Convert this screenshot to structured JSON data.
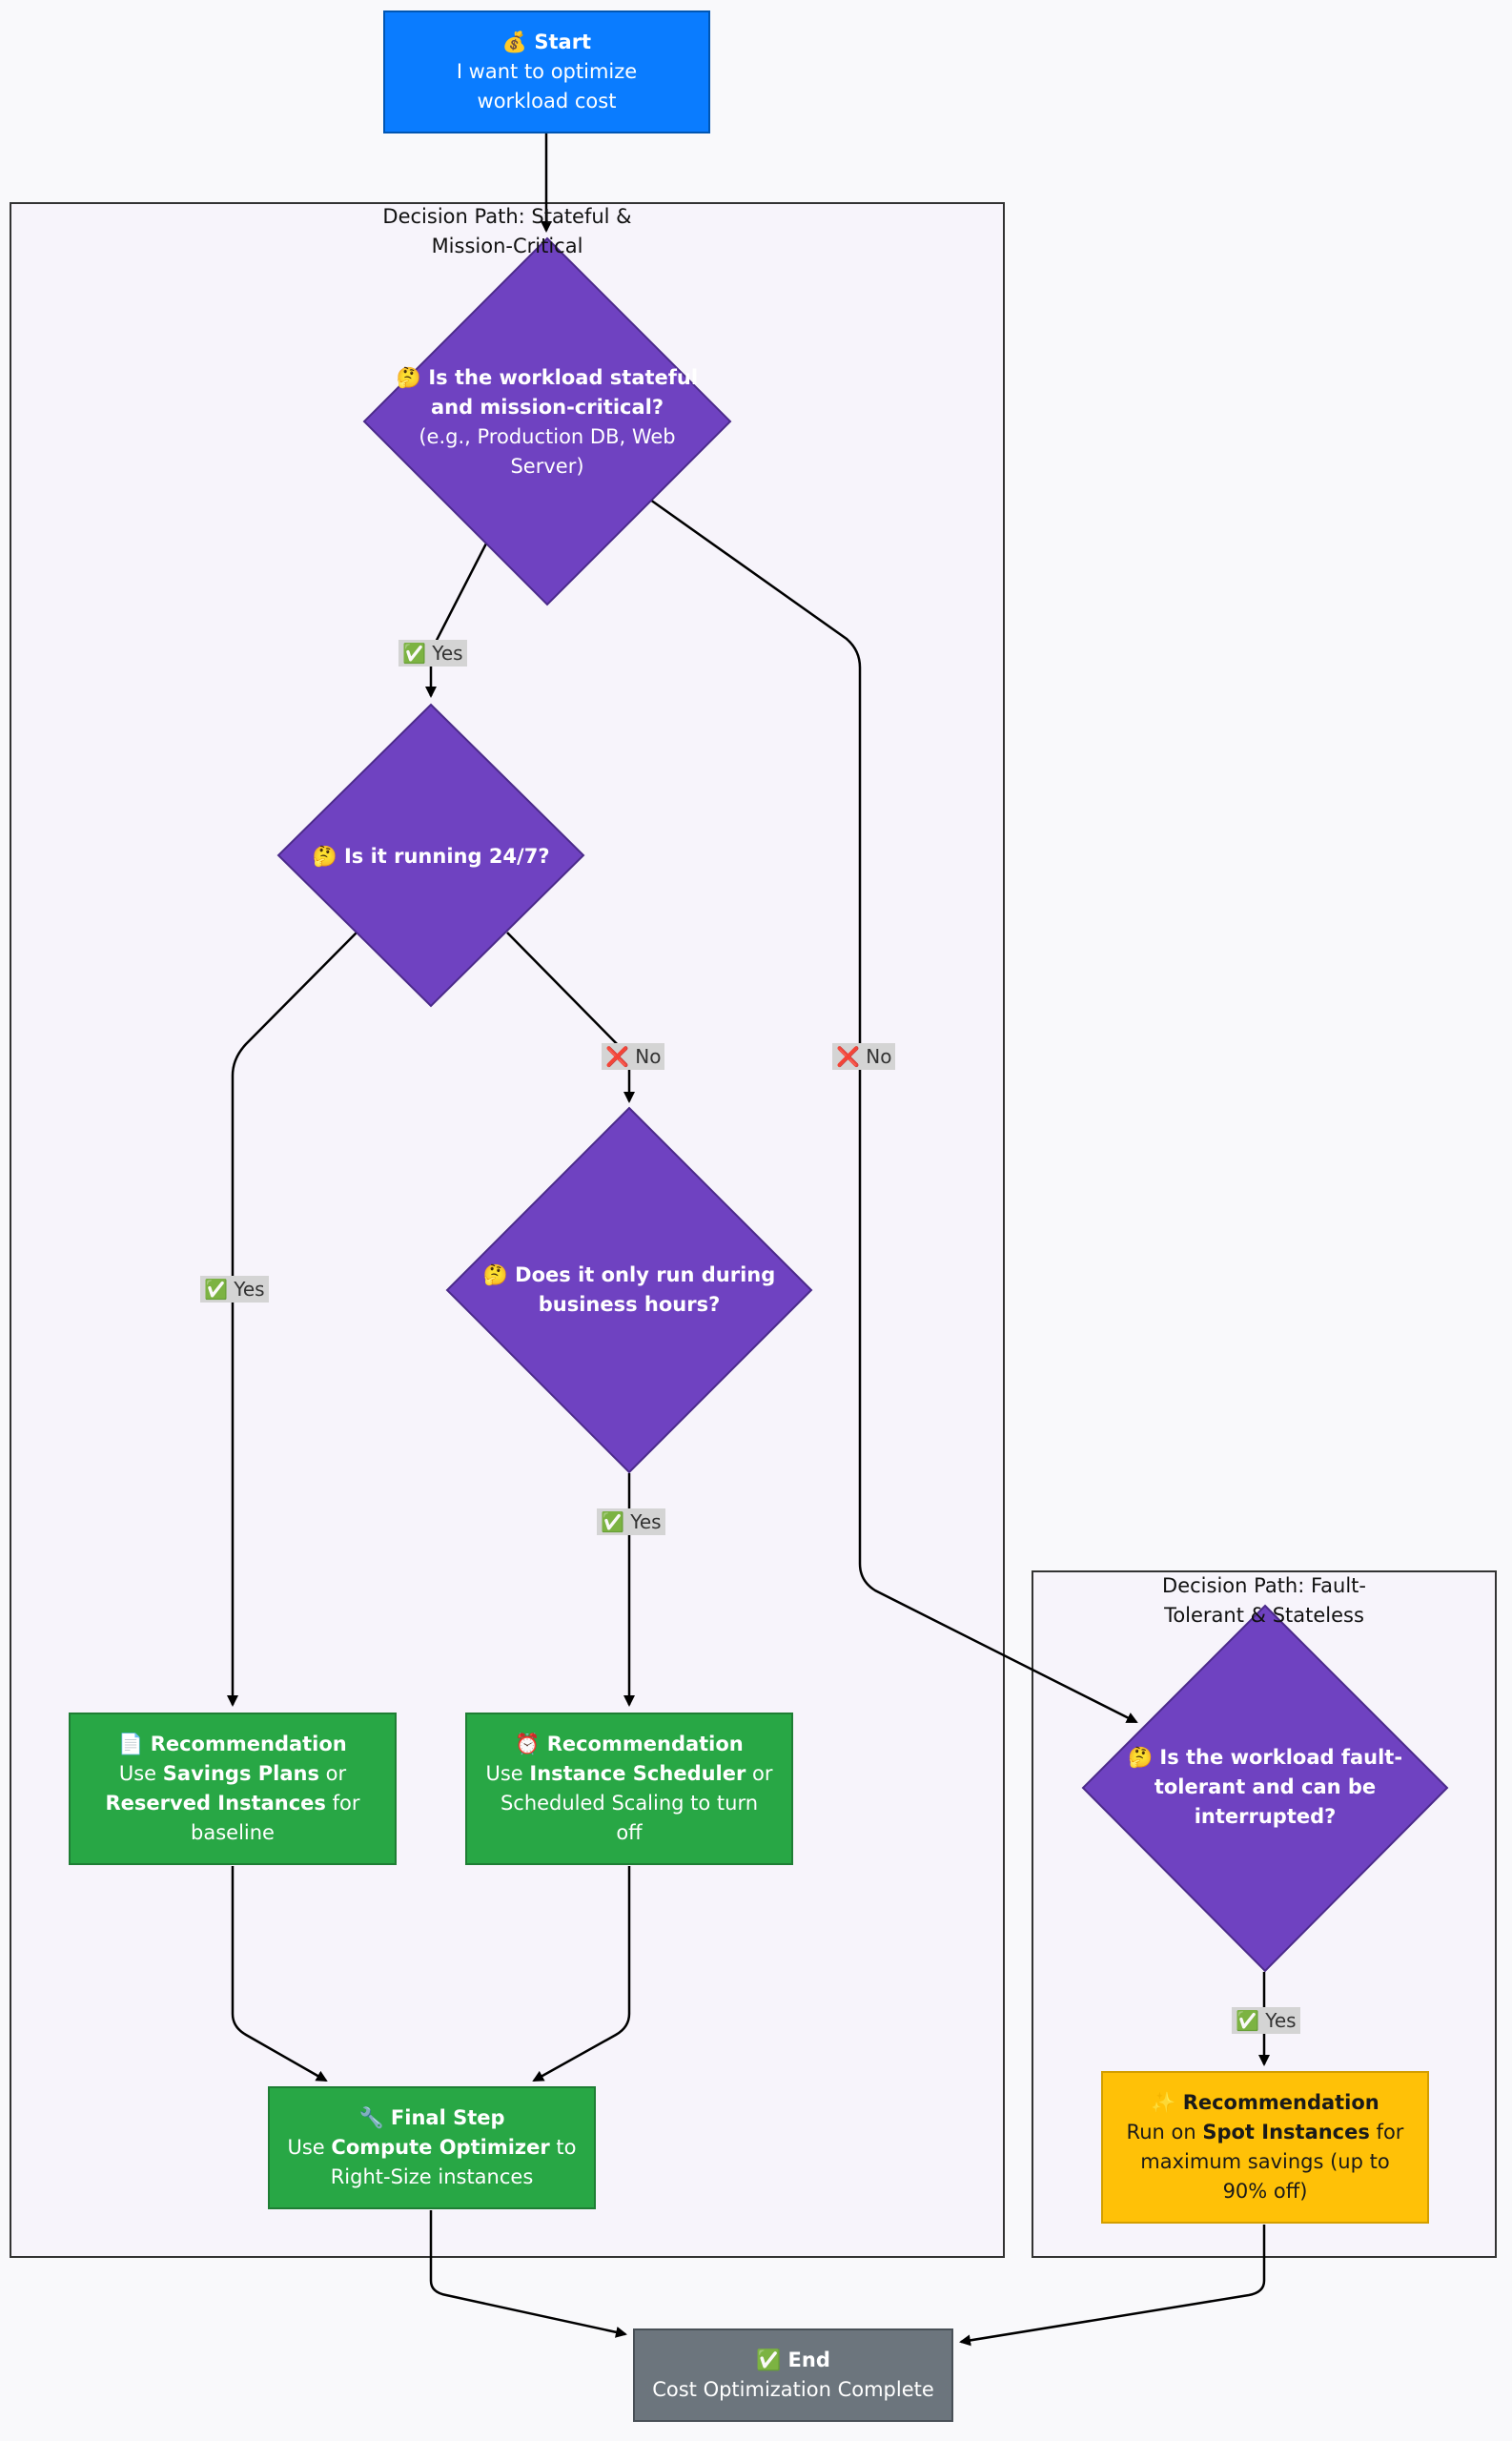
{
  "clusters": {
    "stateful": "Decision Path: Stateful & Mission-Critical",
    "fault_tolerant": "Decision Path: Fault-Tolerant & Stateless"
  },
  "nodes": {
    "start": {
      "title": "💰 Start",
      "line1": "I want to optimize",
      "line2": "workload cost"
    },
    "q_stateful": {
      "line1": "🤔 Is the workload stateful",
      "line2": "and mission-critical?",
      "line3": "(e.g., Production DB, Web",
      "line4": "Server)"
    },
    "q_247": {
      "line1": "🤔 Is it running 24/7?"
    },
    "q_business": {
      "line1": "🤔 Does it only run during",
      "line2": "business hours?"
    },
    "q_fault": {
      "line1": "🤔 Is the workload fault-",
      "line2": "tolerant and can be",
      "line3": "interrupted?"
    },
    "rec_savings": {
      "title": "📄 Recommendation",
      "pre": "Use ",
      "b1": "Savings Plans",
      "mid": " or",
      "b2": "Reserved Instances",
      "post": " for",
      "line4": "baseline"
    },
    "rec_scheduler": {
      "title": "⏰ Recommendation",
      "pre": "Use ",
      "b1": "Instance Scheduler",
      "mid": " or",
      "line3": "Scheduled Scaling to turn",
      "line4": "off"
    },
    "rec_spot": {
      "title": "✨ Recommendation",
      "pre": "Run on ",
      "b1": "Spot Instances",
      "mid": " for",
      "line3": "maximum savings (up to",
      "line4": "90% off)"
    },
    "final": {
      "title": "🔧 Final Step",
      "pre": "Use ",
      "b1": "Compute Optimizer",
      "mid": " to",
      "line3": "Right-Size instances"
    },
    "end": {
      "title": "✅ End",
      "line1": "Cost Optimization Complete"
    }
  },
  "edges": {
    "yes1": "✅ Yes",
    "no1": "❌ No",
    "yes2": "✅ Yes",
    "no2": "❌ No",
    "yes3": "✅ Yes",
    "yes4": "✅ Yes"
  },
  "colors": {
    "start": "#0a7cff",
    "decision": "#6f42c1",
    "success": "#28a745",
    "warning": "#ffc107",
    "end": "#6c757d",
    "cluster_bg": "#f7f4fb"
  }
}
